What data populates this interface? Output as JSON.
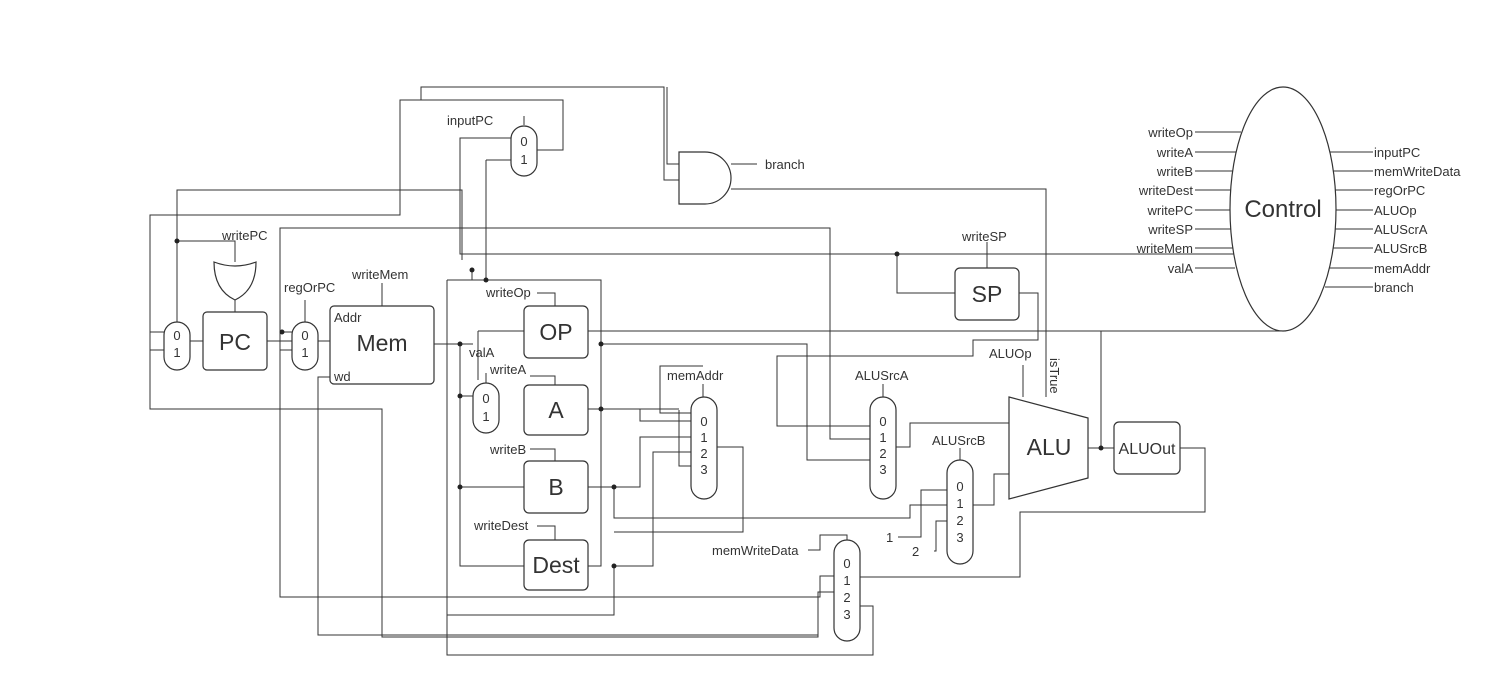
{
  "blocks": {
    "pc": "PC",
    "mem": "Mem",
    "mem_addr_port": "Addr",
    "mem_wd_port": "wd",
    "op": "OP",
    "a": "A",
    "b": "B",
    "dest": "Dest",
    "sp": "SP",
    "alu": "ALU",
    "aluout": "ALUOut",
    "control": "Control"
  },
  "labels": {
    "writePC": "writePC",
    "regOrPC": "regOrPC",
    "writeMem": "writeMem",
    "inputPC": "inputPC",
    "branch": "branch",
    "writeOp": "writeOp",
    "valA": "valA",
    "writeA": "writeA",
    "writeB": "writeB",
    "writeDest": "writeDest",
    "writeSP": "writeSP",
    "memAddr": "memAddr",
    "ALUSrcA": "ALUSrcA",
    "ALUSrcB": "ALUSrcB",
    "ALUOp": "ALUOp",
    "isTrue": "isTrue",
    "memWriteData": "memWriteData",
    "const1": "1",
    "const2": "2"
  },
  "mux_inputs": {
    "two": [
      "0",
      "1"
    ],
    "four": [
      "0",
      "1",
      "2",
      "3"
    ]
  },
  "control": {
    "inputs": [
      "writeOp",
      "writeA",
      "writeB",
      "writeDest",
      "writePC",
      "writeSP",
      "writeMem",
      "valA"
    ],
    "outputs": [
      "inputPC",
      "memWriteData",
      "regOrPC",
      "ALUOp",
      "ALUScrA",
      "ALUSrcB",
      "memAddr",
      "branch"
    ]
  }
}
